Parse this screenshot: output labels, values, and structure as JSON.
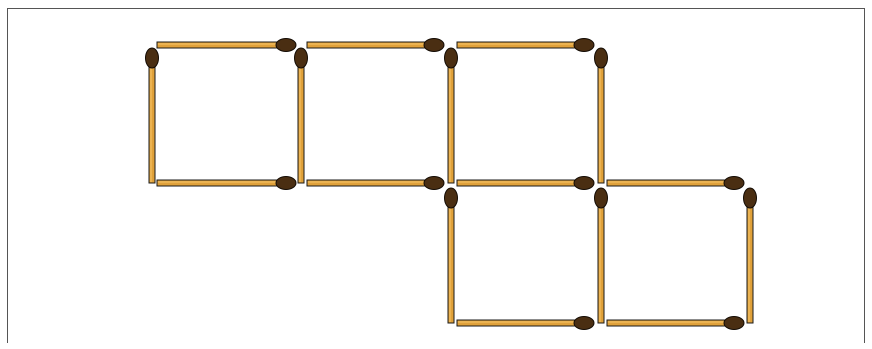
{
  "puzzle": {
    "type": "matchstick-puzzle",
    "square_count": 5,
    "matchstick_count": 16,
    "colors": {
      "stick_fill": "#e0a13a",
      "stick_outline": "#1a1a1a",
      "head_fill": "#4a2e12",
      "head_outline": "#140c04",
      "border": "#555555",
      "background": "#ffffff"
    },
    "icons": {
      "matchstick": "matchstick-icon",
      "match_head": "match-head-icon"
    }
  }
}
